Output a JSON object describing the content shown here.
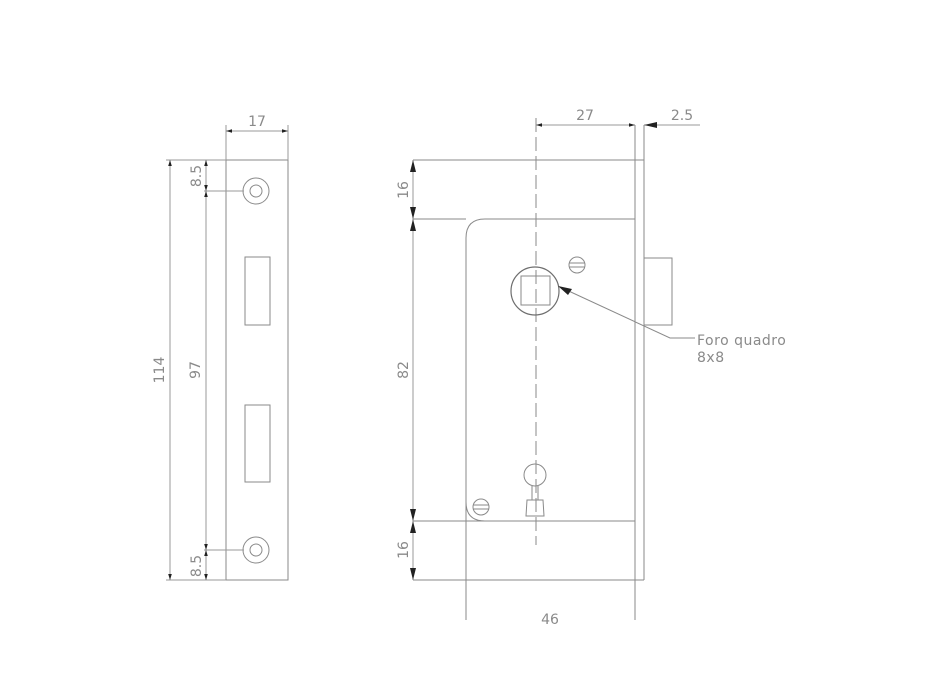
{
  "drawing": {
    "subject": "Mortise lock technical drawing",
    "line_color": "#8a8a8a",
    "text_color": "#8a8a8a",
    "background": "#ffffff"
  },
  "faceplate_view": {
    "dimensions": {
      "width": "17",
      "total_height": "114",
      "hole_spacing": "97",
      "top_offset": "8.5",
      "bottom_offset": "8.5"
    }
  },
  "side_view": {
    "dimensions": {
      "backset": "27",
      "plate_thickness": "2.5",
      "top_margin": "16",
      "body_height": "82",
      "bottom_margin": "16",
      "case_width": "46"
    },
    "callout": {
      "line1": "Foro quadro",
      "line2": "8x8"
    }
  }
}
